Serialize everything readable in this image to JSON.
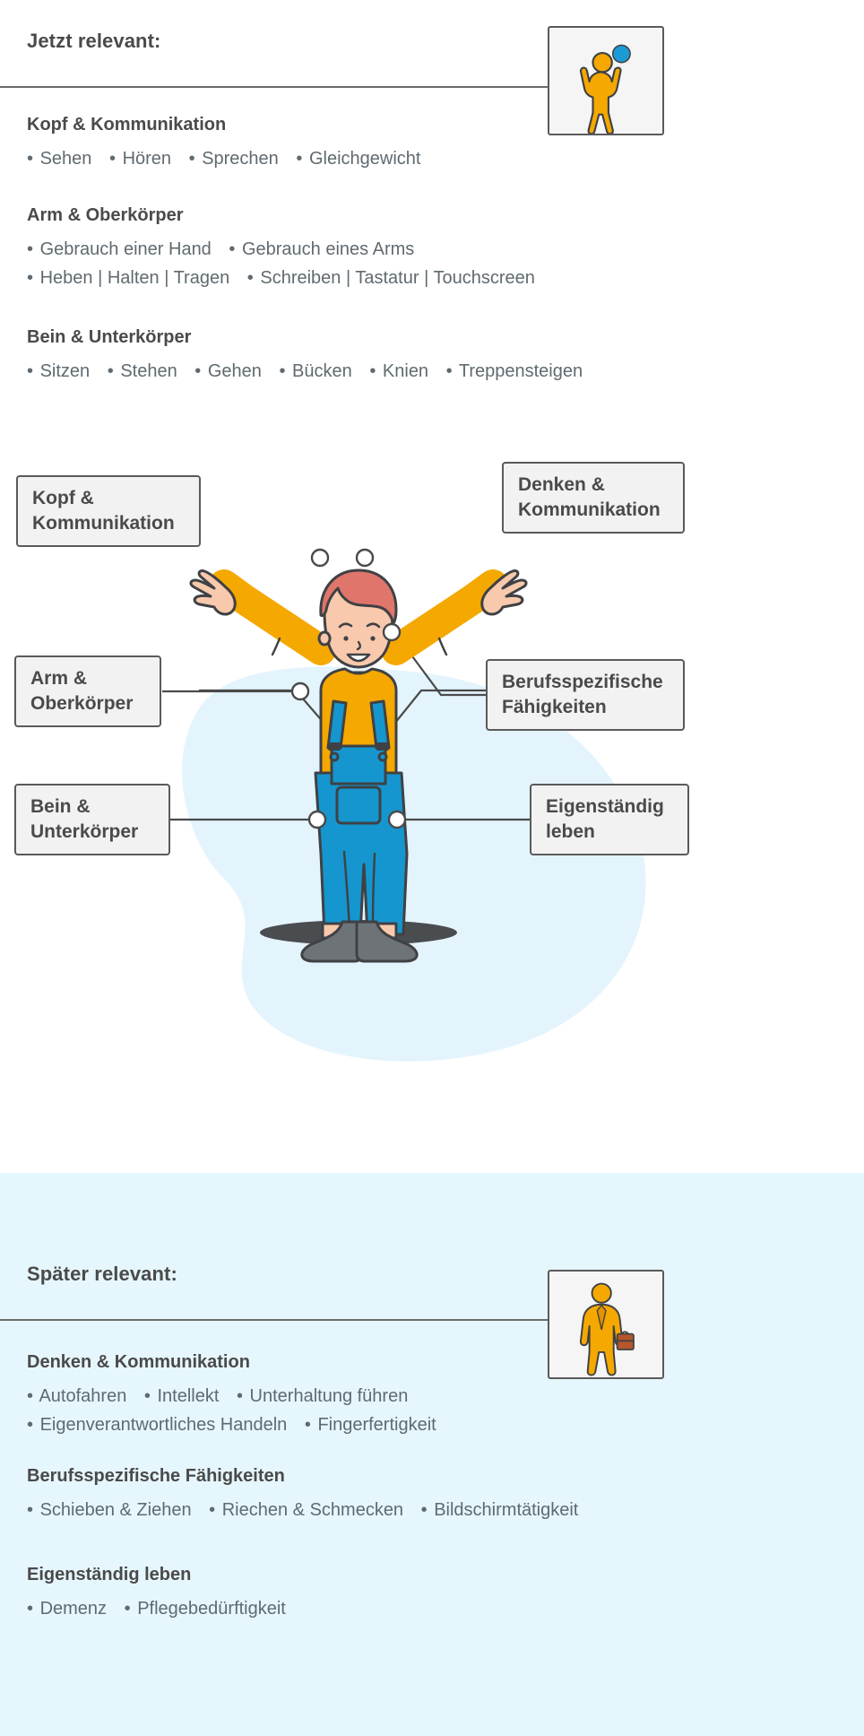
{
  "top_section": {
    "band_label": "Jetzt relevant:",
    "icon": {
      "name": "person-catching-ball-icon",
      "figure_color": "#F5A800",
      "ball_color": "#1b9ad6",
      "card_bg": "#f5f5f5"
    },
    "categories": [
      {
        "heading": "Kopf & Kommunikation",
        "lines": [
          [
            "Sehen",
            "Hören",
            "Sprechen",
            "Gleichgewicht"
          ]
        ]
      },
      {
        "heading": "Arm & Oberkörper",
        "lines": [
          [
            "Gebrauch einer Hand",
            "Gebrauch eines Arms"
          ],
          [
            "Heben | Halten | Tragen",
            "Schreiben | Tastatur | Touchscreen"
          ]
        ]
      },
      {
        "heading": "Bein & Unterkörper",
        "lines": [
          [
            "Sitzen",
            "Stehen",
            "Gehen",
            "Bücken",
            "Knien",
            "Treppensteigen"
          ]
        ]
      }
    ]
  },
  "diagram": {
    "boxes": [
      {
        "id": "kopf",
        "lines": [
          "Kopf &",
          "Kommunikation"
        ]
      },
      {
        "id": "denken",
        "lines": [
          "Denken &",
          "Kommunikation"
        ]
      },
      {
        "id": "arm",
        "lines": [
          "Arm &",
          "Oberkörper"
        ]
      },
      {
        "id": "beruf",
        "lines": [
          "Berufsspezifische",
          "Fähigkeiten"
        ]
      },
      {
        "id": "bein",
        "lines": [
          "Bein &",
          "Unterkörper"
        ]
      },
      {
        "id": "eigen",
        "lines": [
          "Eigenständig",
          "leben"
        ]
      }
    ],
    "illustration": {
      "name": "worker-figure-illustration",
      "shirt_color": "#F5A800",
      "overall_color": "#1596CE",
      "skin_color": "#F8C9AC",
      "hair_color": "#E0756B",
      "shoe_color": "#6E7377",
      "blob_color": "#E4F4FC",
      "outline_color": "#3F4144"
    }
  },
  "bottom_section": {
    "band_label": "Später relevant:",
    "icon": {
      "name": "person-with-briefcase-icon",
      "figure_color": "#F5A800",
      "briefcase_color": "#B5562C",
      "card_bg": "#f5f5f5"
    },
    "categories": [
      {
        "heading": "Denken & Kommunikation",
        "lines": [
          [
            "Autofahren",
            "Intellekt",
            "Unterhaltung führen"
          ],
          [
            "Eigenverantwortliches Handeln",
            "Fingerfertigkeit"
          ]
        ]
      },
      {
        "heading": "Berufsspezifische Fähigkeiten",
        "lines": [
          [
            "Schieben & Ziehen",
            "Riechen & Schmecken",
            "Bildschirmtätigkeit"
          ]
        ]
      },
      {
        "heading": "Eigenständig leben",
        "lines": [
          [
            "Demenz",
            "Pflegebedürftigkeit"
          ]
        ]
      }
    ]
  },
  "colors": {
    "accent_yellow": "#F5A800",
    "accent_blue": "#1596CE",
    "pale_blue_bg": "#e6f6fd",
    "text_dark": "#4a4a4a",
    "text_body": "#5f6a70",
    "line_gray": "#5a5a5a"
  }
}
